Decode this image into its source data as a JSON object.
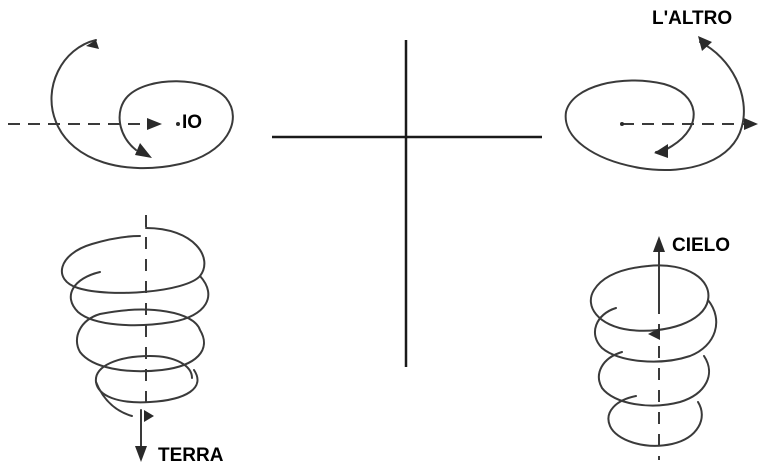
{
  "labels": {
    "io": "IO",
    "altro": "L'ALTRO",
    "terra": "TERRA",
    "cielo": "CIELO"
  },
  "colors": {
    "ink": "#2a2a2a",
    "background": "#ffffff"
  }
}
